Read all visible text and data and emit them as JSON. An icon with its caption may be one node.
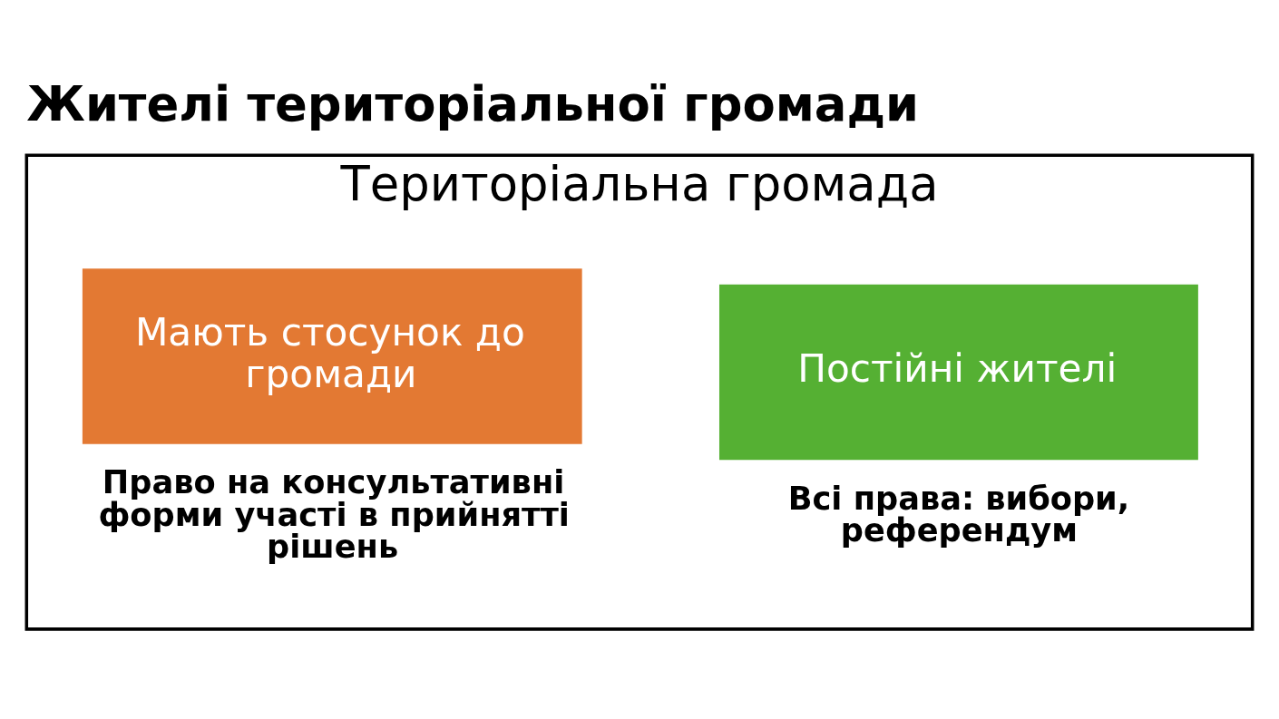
{
  "diagram": {
    "title": "Жителі територіальної громади",
    "nodes": [
      {
        "text": [
          "Територіальна громада"
        ]
      },
      {
        "text": [
          "Постійні жителі"
        ],
        "in": 0,
        "beside": [
          "Всі права: вибори, референдум"
        ]
      },
      {
        "text": [
          "Мають стосунок до громади"
        ],
        "in": 0,
        "beside": [
          "Право на консультативні форми участі в прийнятті рішень"
        ]
      }
    ]
  }
}
